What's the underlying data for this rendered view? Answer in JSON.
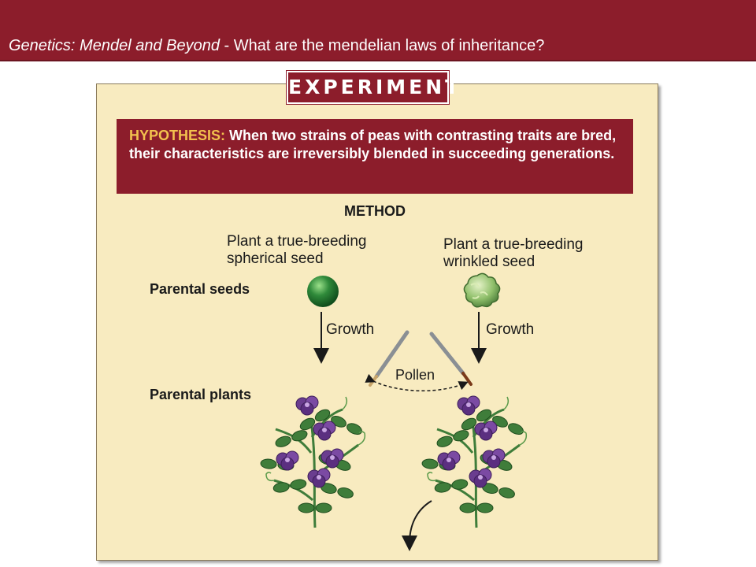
{
  "header": {
    "title_italic": "Genetics: Mendel and Beyond",
    "separator": " - ",
    "question": "What are the mendelian laws of inheritance?"
  },
  "experiment_tab": "EXPERIMENT",
  "hypothesis": {
    "label": "HYPOTHESIS:",
    "text": "When two strains of peas with contrasting traits are bred, their characteristics are irreversibly blended in succeeding generations."
  },
  "method": {
    "title": "METHOD",
    "left_instruction_line1": "Plant a true-breeding",
    "left_instruction_line2": "spherical seed",
    "right_instruction_line1": "Plant a true-breeding",
    "right_instruction_line2": "wrinkled seed",
    "parental_seeds_label": "Parental seeds",
    "growth_left": "Growth",
    "growth_right": "Growth",
    "pollen_label": "Pollen",
    "parental_plants_label": "Parental plants"
  },
  "colors": {
    "header_bg": "#8c1d2b",
    "hypothesis_label": "#f2c14e",
    "panel_bg": "#f8ebc0",
    "leaf": "#3f7d3a",
    "flower": "#6a3d8f"
  }
}
